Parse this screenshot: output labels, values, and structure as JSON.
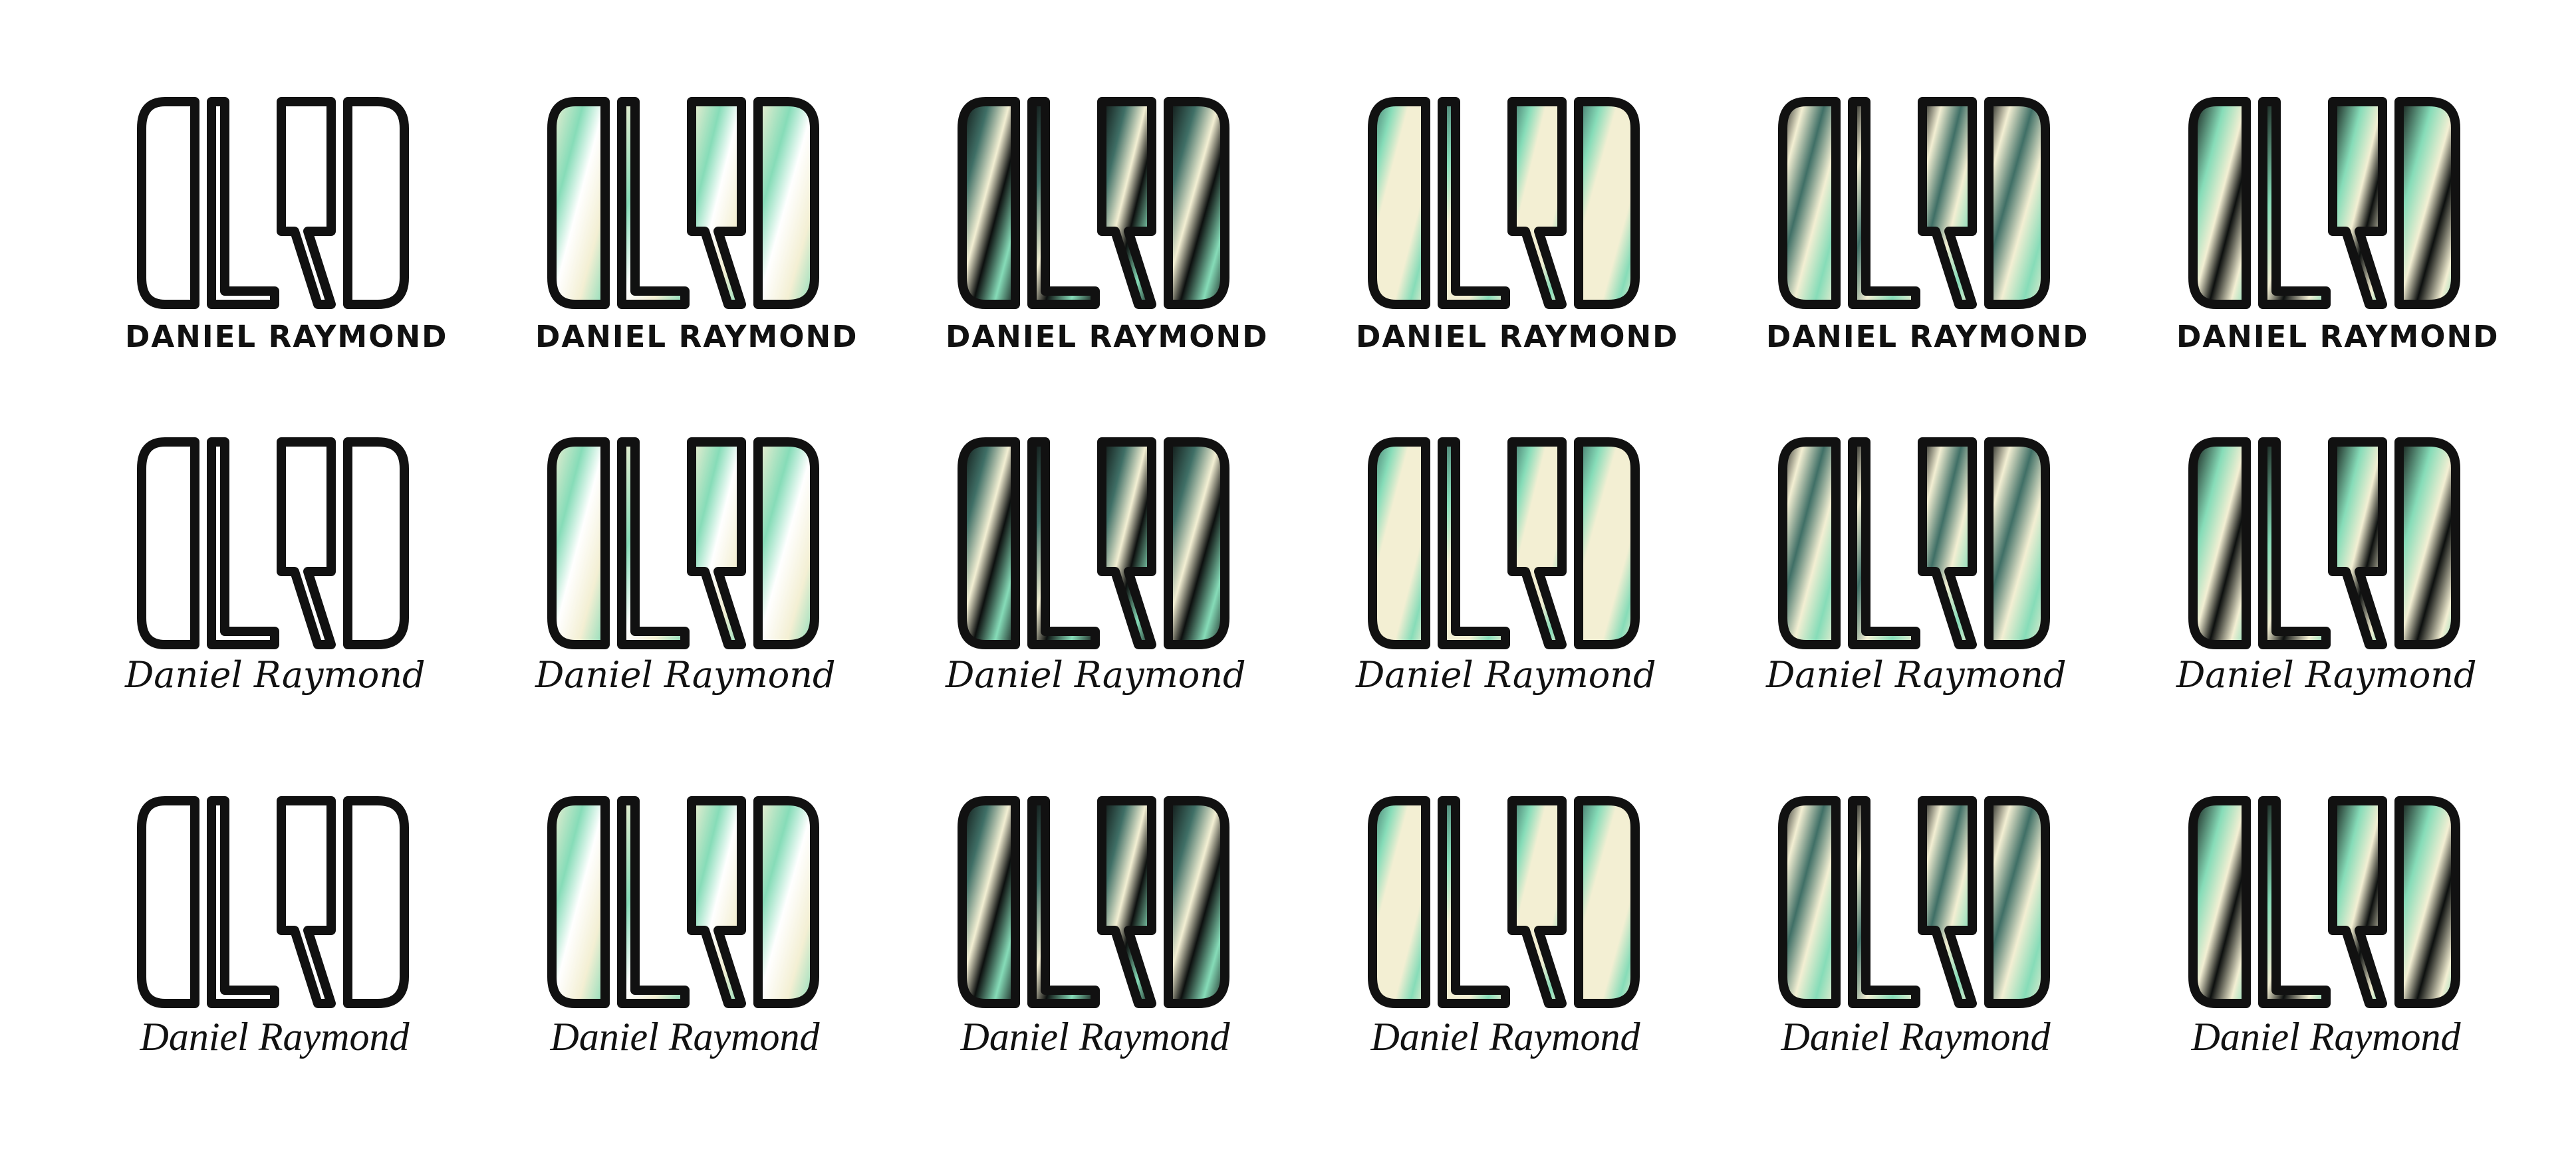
{
  "logo": {
    "monogram": "DLRD",
    "name_caps": "DANIEL RAYMOND",
    "name_script": "Daniel Raymond",
    "name_serif": "Daniel Raymond"
  },
  "rows": [
    {
      "caption_style": "caps"
    },
    {
      "caption_style": "script"
    },
    {
      "caption_style": "serif"
    }
  ],
  "variants": [
    {
      "fill": "outline"
    },
    {
      "fill": "photo-light"
    },
    {
      "fill": "photo-dark"
    },
    {
      "fill": "photo-cream"
    },
    {
      "fill": "photo-mixed"
    },
    {
      "fill": "photo-split"
    }
  ],
  "colors": {
    "ink": "#111111",
    "background": "#ffffff",
    "cream": "#f3efd3",
    "mint": "#86dcb8",
    "teal": "#3f6f66",
    "dark": "#0c0f0e"
  }
}
